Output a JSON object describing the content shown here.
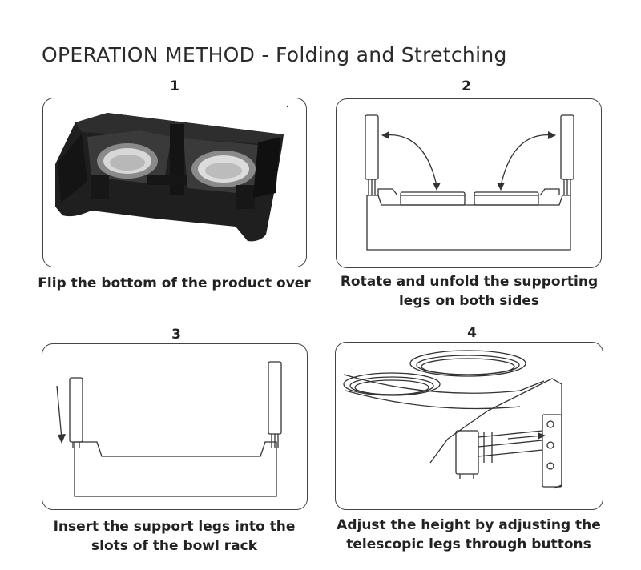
{
  "title": "OPERATION METHOD - Folding and Stretching",
  "steps": [
    {
      "number": "1",
      "caption_line1": "Flip the bottom of the product over",
      "caption_line2": ""
    },
    {
      "number": "2",
      "caption_line1": "Rotate and unfold the supporting",
      "caption_line2": "legs on both sides"
    },
    {
      "number": "3",
      "caption_line1": "Insert the support legs into the",
      "caption_line2": "slots of the bowl rack"
    },
    {
      "number": "4",
      "caption_line1": "Adjust the height by adjusting the",
      "caption_line2": "telescopic legs through buttons"
    }
  ],
  "colors": {
    "product": "#1f1f1f",
    "outline": "#444444",
    "background": "#ffffff"
  }
}
